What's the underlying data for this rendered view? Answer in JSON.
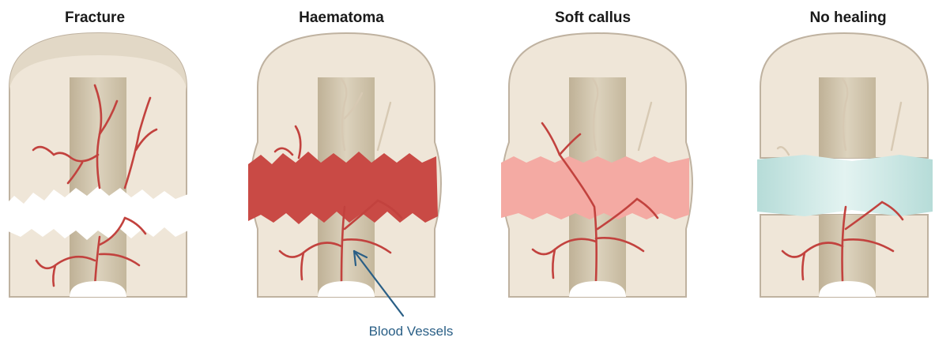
{
  "stages": [
    {
      "title": "Fracture",
      "gap_fill": "none"
    },
    {
      "title": "Haematoma",
      "gap_fill": "#c94a45"
    },
    {
      "title": "Soft callus",
      "gap_fill": "#f4aaa3"
    },
    {
      "title": "No healing",
      "gap_fill": "#cfe9e6"
    }
  ],
  "callout": {
    "label": "Blood Vessels"
  },
  "colors": {
    "bone_outer": "#efe6d8",
    "bone_edge": "#bfb2a0",
    "marrow": "#cfc3ab",
    "vessel": "#c2423e",
    "callout_arrow": "#2a5f86"
  }
}
